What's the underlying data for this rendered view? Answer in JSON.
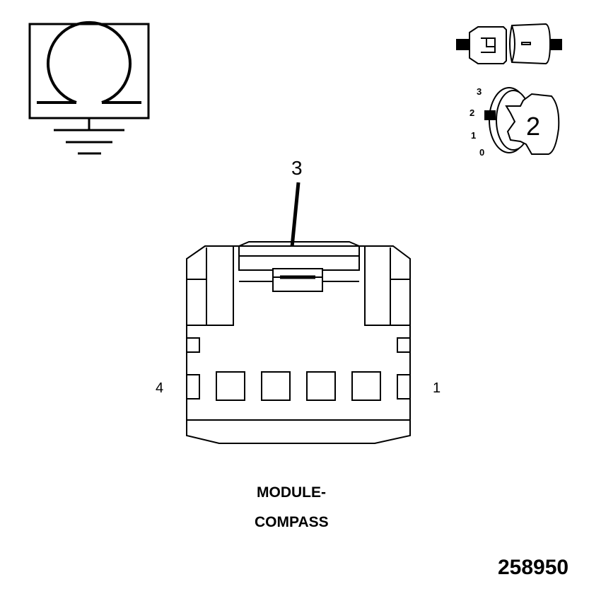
{
  "ohmmeter_symbol": {
    "icon": "ohm-ground-icon"
  },
  "connector_icon": {
    "icon": "connector-icon"
  },
  "ignition_key": {
    "icon": "ignition-key-icon",
    "positions": [
      "3",
      "2",
      "1",
      "0"
    ],
    "key_label": "2"
  },
  "pointer": {
    "label": "3"
  },
  "connector": {
    "pin_left": "4",
    "pin_right": "1"
  },
  "caption": {
    "line1": "MODULE-",
    "line2": "COMPASS"
  },
  "figure_number": "258950"
}
